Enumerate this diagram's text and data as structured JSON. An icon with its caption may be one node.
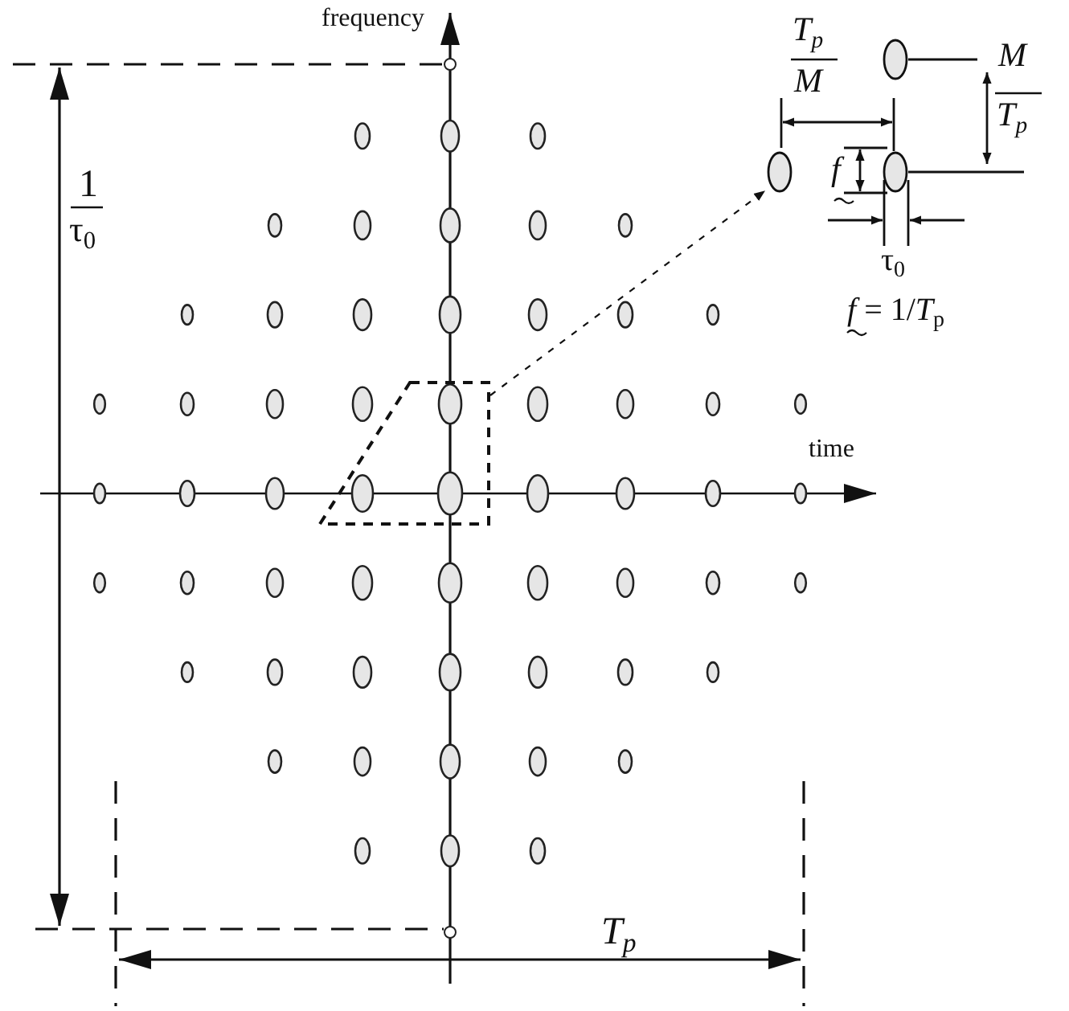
{
  "diagram": {
    "nodes": [
      {
        "text": [],
        "shape": "box"
      },
      {
        "text": [],
        "shape": "picture"
      }
    ],
    "edges": [
      {
        "from": 0,
        "to": 1,
        "arrow": "to",
        "style": "dashed"
      }
    ],
    "labels": [
      "frequency",
      "time",
      "1",
      "τ$_{0}$",
      "T$_{p}$",
      "T$_{p}$",
      "M",
      "M",
      "T$_{p}$",
      "f",
      "τ$_{0}$",
      "*f* = 1/*T*$_{p}$"
    ]
  }
}
